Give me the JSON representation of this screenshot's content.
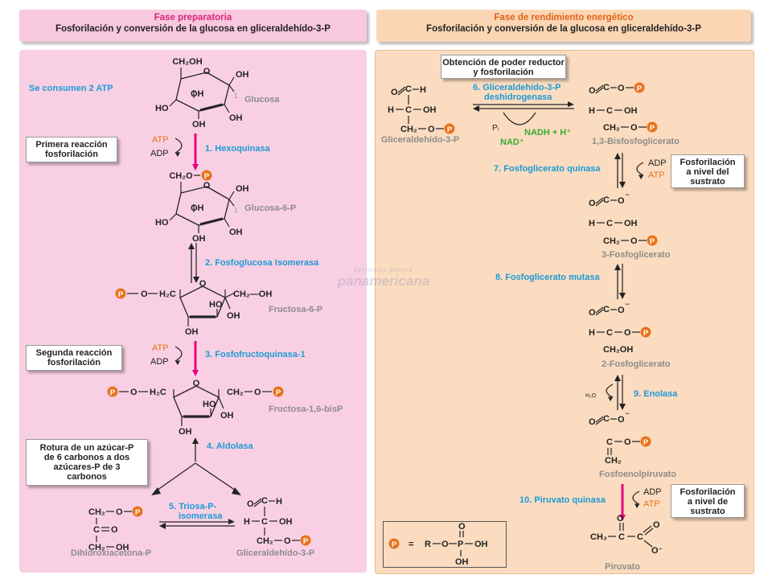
{
  "headers": {
    "left": {
      "title": "Fase preparatoria",
      "subtitle": "Fosforilación y conversión de la glucosa en gliceraldehído-3-P"
    },
    "right": {
      "title": "Fase de rendimiento energético",
      "subtitle": "Fosforilación y conversión de la glucosa en gliceraldehído-3-P"
    }
  },
  "notes": {
    "consume_atp": "Se consumen 2 ATP",
    "first_phosphorylation": [
      "Primera reacción",
      "fosforilación"
    ],
    "second_phosphorylation": [
      "Segunda reacción",
      "fosforilación"
    ],
    "cleavage": [
      "Rotura de un azúcar-P",
      "de 6 carbonos a dos",
      "azúcares-P de 3",
      "carbonos"
    ],
    "reducing_power": [
      "Obtención de poder reductor",
      "y fosforilación"
    ],
    "substrate_level_1": [
      "Fosforilación",
      "a nivel del",
      "sustrato"
    ],
    "substrate_level_2": [
      "Fosforilación",
      "a nivel de",
      "sustrato"
    ]
  },
  "molecules": {
    "glucose": "Glucosa",
    "glucose_6p": "Glucosa-6-P",
    "fructose_6p": "Fructosa-6-P",
    "fructose_16bisp": "Fructosa-1,6-bisP",
    "dhap": "Dihidroxiacetona-P",
    "gap_left": "Gliceraldehído-3-P",
    "gap_right": "Gliceraldehído-3-P",
    "bpg13": "1,3-Bisfosfoglicerato",
    "pg3": "3-Fosfoglicerato",
    "pg2": "2-Fosfoglicerato",
    "pep": "Fosfoenolpiruvato",
    "pyruvate": "Piruvato"
  },
  "enzymes": {
    "e1": "1. Hexoquinasa",
    "e2": "2. Fosfoglucosa Isomerasa",
    "e3": "3. Fosfofructoquinasa-1",
    "e4": "4. Aldolasa",
    "e5": [
      "5. Triosa-P-",
      "isomerasa"
    ],
    "e6": [
      "6. Gliceraldehído-3-P",
      "deshidrogenasa"
    ],
    "e7": "7. Fosfoglicerato quinasa",
    "e8": "8. Fosfoglicerato mutasa",
    "e9": "9. Enolasa",
    "e10": "10. Piruvato quinasa"
  },
  "cofactors": {
    "atp": "ATP",
    "adp": "ADP",
    "nadh": "NADH + H⁺",
    "nad": "NAD⁺",
    "pi": "Pᵢ",
    "water": "H₂O"
  },
  "chem": {
    "ch2oh": "CH₂OH",
    "ch2o": "CH₂O",
    "oh": "OH",
    "ho": "HO",
    "h2c": "H₂C",
    "ch2": "CH₂",
    "ch3": "CH₃",
    "p": "P",
    "o": "O",
    "c": "C",
    "h": "H",
    "o_minus": "O⁻",
    "eq": "=",
    "r": "R",
    "c1": "1"
  },
  "watermark": [
    "EDITORIAL MÉDICA",
    "panamericana"
  ],
  "colors": {
    "prep_panel": "#f9d0e3",
    "yield_panel": "#fbdcc0",
    "enzyme_blue": "#1c9ad6",
    "label_gray": "#8c8c8c",
    "atp_orange": "#e8721c",
    "phosphate_orange": "#e8721c",
    "arrow_magenta": "#e6007e",
    "nadh_green": "#3aaa35"
  }
}
